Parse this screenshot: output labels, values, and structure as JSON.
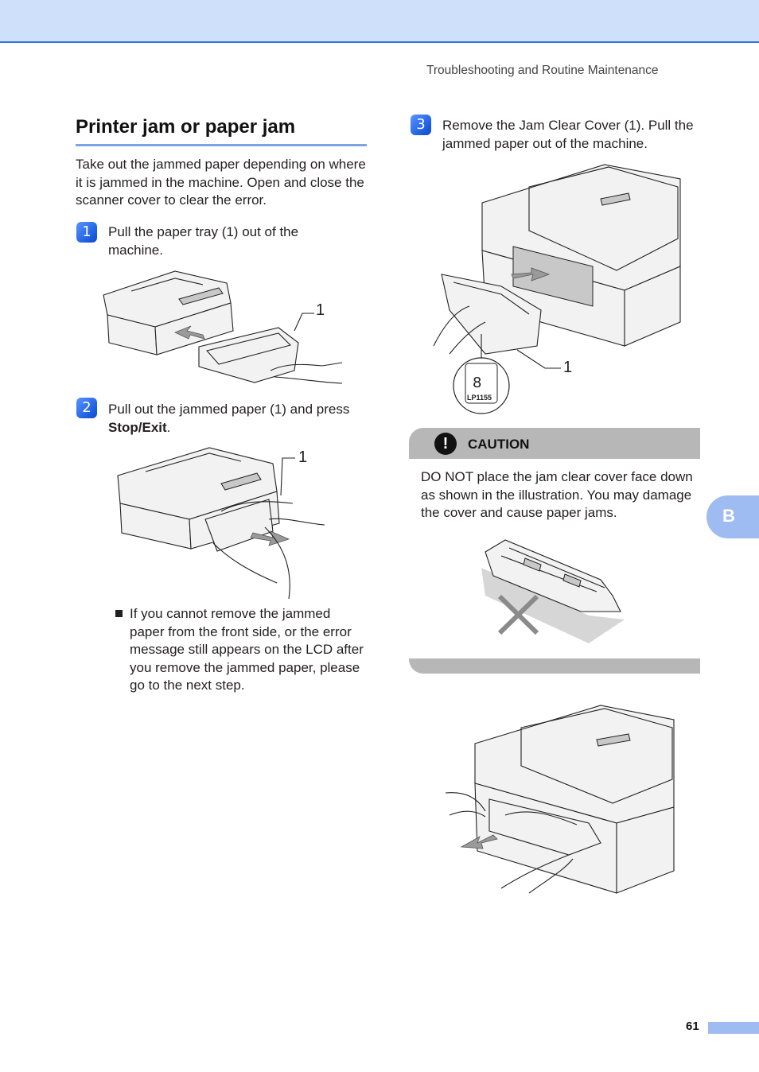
{
  "header": {
    "running_title": "Troubleshooting and Routine Maintenance"
  },
  "section": {
    "title": "Printer jam or paper jam",
    "intro": "Take out the jammed paper depending on where it is jammed in the machine. Open and close the scanner cover to clear the error."
  },
  "steps": [
    {
      "number": "1",
      "text": "Pull the paper tray (1) out of the machine.",
      "callout": "1"
    },
    {
      "number": "2",
      "text_before": "Pull out the jammed paper (1) and press ",
      "bold": "Stop/Exit",
      "text_after": ".",
      "callout": "1",
      "bullet": "If you cannot remove the jammed paper from the front side, or the error message still appears on the LCD after you remove the jammed paper, please go to the next step."
    },
    {
      "number": "3",
      "text": "Remove the Jam Clear Cover (1). Pull the jammed paper out of the machine.",
      "callout": "1",
      "stamp_code": "LP1155"
    }
  ],
  "caution": {
    "label": "CAUTION",
    "icon": "exclamation-icon",
    "text": "DO NOT place the jam clear cover face down as shown in the illustration. You may damage the cover and cause paper jams."
  },
  "side_tab": {
    "label": "B"
  },
  "footer": {
    "page_number": "61"
  },
  "colors": {
    "accent_blue": "#2f6fe0",
    "header_band": "#cfe0fb",
    "tab_blue": "#9ebcf2",
    "caution_gray": "#b7b7b7"
  }
}
